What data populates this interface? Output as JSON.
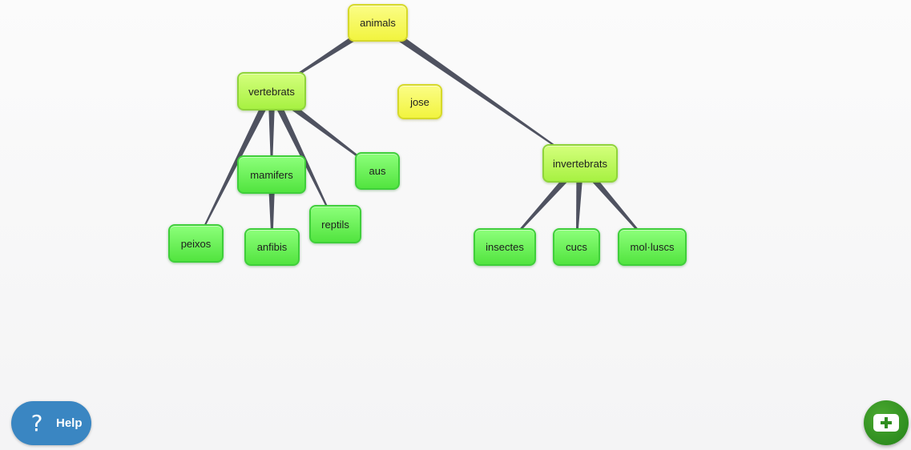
{
  "diagram": {
    "type": "concept-map",
    "nodes": [
      {
        "id": "animals",
        "label": "animals",
        "color": "yellow"
      },
      {
        "id": "vertebrats",
        "label": "vertebrats",
        "color": "lime"
      },
      {
        "id": "jose",
        "label": "jose",
        "color": "yellow"
      },
      {
        "id": "invertebrats",
        "label": "invertebrats",
        "color": "lime"
      },
      {
        "id": "mamifers",
        "label": "mamifers",
        "color": "green"
      },
      {
        "id": "aus",
        "label": "aus",
        "color": "green"
      },
      {
        "id": "peixos",
        "label": "peixos",
        "color": "green"
      },
      {
        "id": "anfibis",
        "label": "anfibis",
        "color": "green"
      },
      {
        "id": "reptils",
        "label": "reptils",
        "color": "green"
      },
      {
        "id": "insectes",
        "label": "insectes",
        "color": "green"
      },
      {
        "id": "cucs",
        "label": "cucs",
        "color": "green"
      },
      {
        "id": "molluscs",
        "label": "mol·luscs",
        "color": "green"
      }
    ],
    "edges": [
      {
        "from": "animals",
        "to": "vertebrats"
      },
      {
        "from": "animals",
        "to": "invertebrats"
      },
      {
        "from": "vertebrats",
        "to": "peixos"
      },
      {
        "from": "vertebrats",
        "to": "mamifers"
      },
      {
        "from": "vertebrats",
        "to": "reptils"
      },
      {
        "from": "vertebrats",
        "to": "aus"
      },
      {
        "from": "mamifers",
        "to": "anfibis"
      },
      {
        "from": "invertebrats",
        "to": "insectes"
      },
      {
        "from": "invertebrats",
        "to": "cucs"
      },
      {
        "from": "invertebrats",
        "to": "molluscs"
      }
    ]
  },
  "help": {
    "label": "Help",
    "icon": "question-mark-icon"
  },
  "add": {
    "icon": "plus-icon"
  },
  "colors": {
    "yellow": "#f5f74a",
    "lime": "#b5f552",
    "green": "#5ee84a",
    "edge": "#4f5260",
    "help_button": "#3a86c2",
    "add_button": "#2f8e1f"
  }
}
